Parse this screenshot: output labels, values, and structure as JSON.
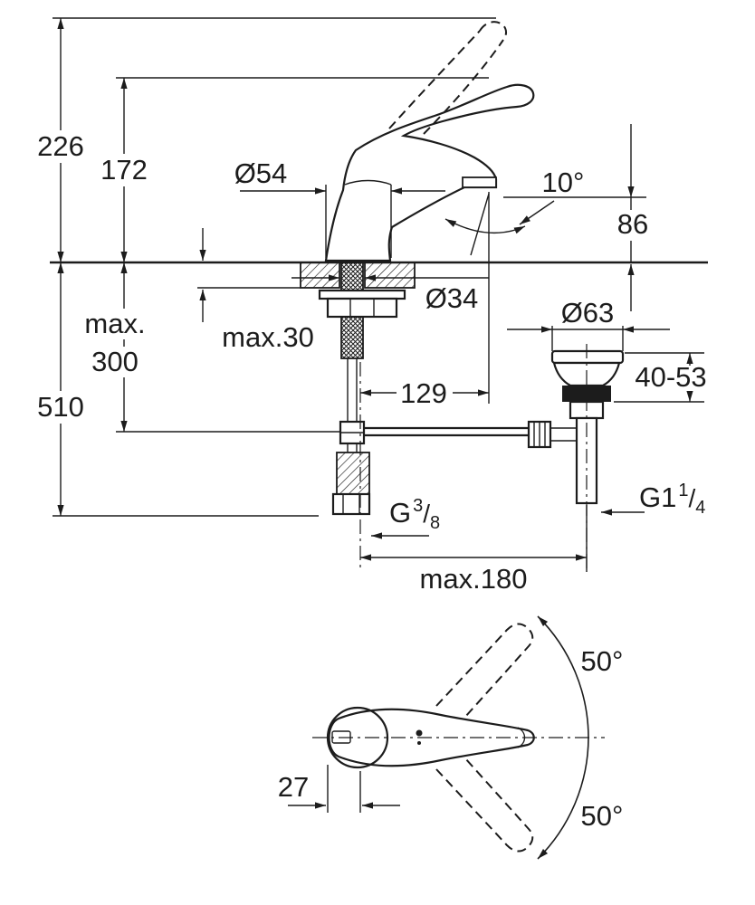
{
  "drawing": {
    "title": "faucet-installation-dimension-drawing",
    "type": "technical-dimension-drawing"
  },
  "dims": {
    "h226": "226",
    "h172": "172",
    "d54": "Ø54",
    "a10": "10°",
    "h86": "86",
    "max_word": "max.",
    "v300": "300",
    "h510": "510",
    "deck": "max.30",
    "d34": "Ø34",
    "d63": "Ø63",
    "range4053": "40-53",
    "r129": "129",
    "max180": "max.180",
    "deg50_top": "50°",
    "deg50_bottom": "50°",
    "w27": "27",
    "g38": {
      "p": "G",
      "n": "3",
      "s": "/",
      "d": "8"
    },
    "g114": {
      "p": "G1",
      "n": "1",
      "s": "/",
      "d": "4"
    }
  },
  "colors": {
    "line": "#1c1c1c",
    "background": "#ffffff"
  }
}
